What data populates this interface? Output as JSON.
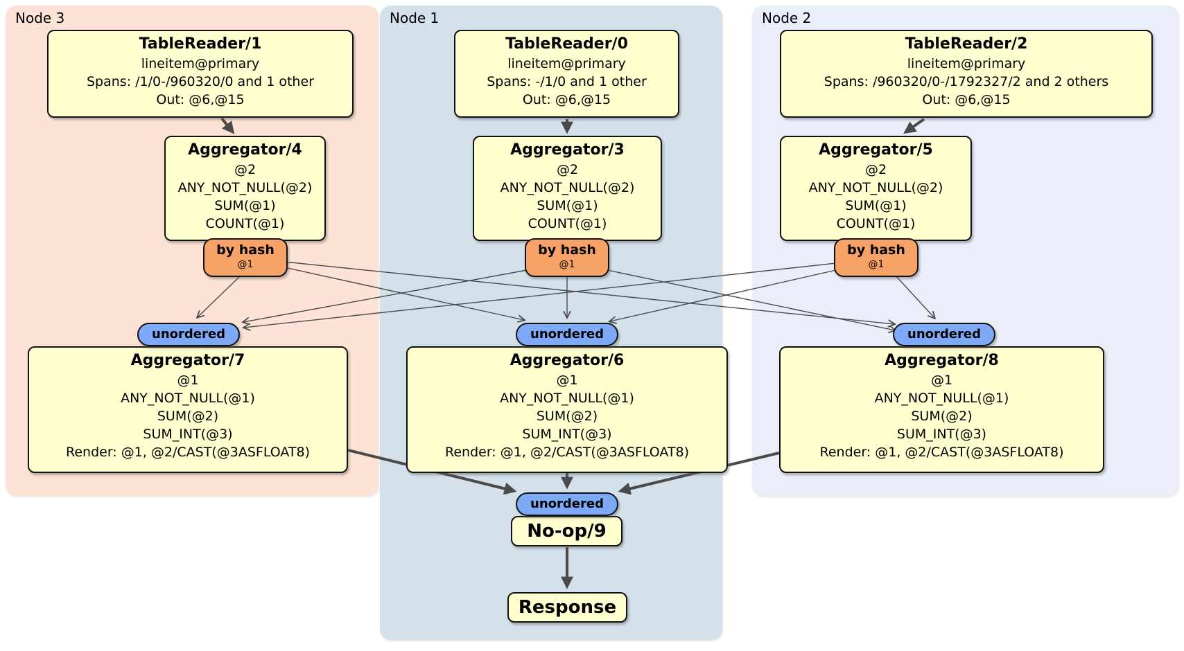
{
  "panels": {
    "node3": {
      "label": "Node 3"
    },
    "node1": {
      "label": "Node 1"
    },
    "node2": {
      "label": "Node 2"
    }
  },
  "processors": {
    "tablereader1": {
      "title": "TableReader/1",
      "lines": [
        "lineitem@primary",
        "Spans: /1/0-/960320/0 and 1 other",
        "Out: @6,@15"
      ]
    },
    "tablereader0": {
      "title": "TableReader/0",
      "lines": [
        "lineitem@primary",
        "Spans: -/1/0 and 1 other",
        "Out: @6,@15"
      ]
    },
    "tablereader2": {
      "title": "TableReader/2",
      "lines": [
        "lineitem@primary",
        "Spans: /960320/0-/1792327/2 and 2 others",
        "Out: @6,@15"
      ]
    },
    "aggregator4": {
      "title": "Aggregator/4",
      "lines": [
        "@2",
        "ANY_NOT_NULL(@2)",
        "SUM(@1)",
        "COUNT(@1)"
      ]
    },
    "aggregator3": {
      "title": "Aggregator/3",
      "lines": [
        "@2",
        "ANY_NOT_NULL(@2)",
        "SUM(@1)",
        "COUNT(@1)"
      ]
    },
    "aggregator5": {
      "title": "Aggregator/5",
      "lines": [
        "@2",
        "ANY_NOT_NULL(@2)",
        "SUM(@1)",
        "COUNT(@1)"
      ]
    },
    "aggregator7": {
      "title": "Aggregator/7",
      "lines": [
        "@1",
        "ANY_NOT_NULL(@1)",
        "SUM(@2)",
        "SUM_INT(@3)",
        "Render: @1, @2/CAST(@3ASFLOAT8)"
      ]
    },
    "aggregator6": {
      "title": "Aggregator/6",
      "lines": [
        "@1",
        "ANY_NOT_NULL(@1)",
        "SUM(@2)",
        "SUM_INT(@3)",
        "Render: @1, @2/CAST(@3ASFLOAT8)"
      ]
    },
    "aggregator8": {
      "title": "Aggregator/8",
      "lines": [
        "@1",
        "ANY_NOT_NULL(@1)",
        "SUM(@2)",
        "SUM_INT(@3)",
        "Render: @1, @2/CAST(@3ASFLOAT8)"
      ]
    },
    "noop9": {
      "title": "No-op/9"
    },
    "response": {
      "title": "Response"
    }
  },
  "routers": {
    "by_hash": {
      "label": "by hash",
      "tag": "@1"
    },
    "unordered": {
      "label": "unordered"
    }
  },
  "colors": {
    "node3_panel": "#fce3d5",
    "node1_panel": "#d4e0ea",
    "node2_panel": "#e9eef9",
    "processor_fill": "#ffffd0",
    "router_fill": "#f7a266",
    "sync_fill": "#7da9f7",
    "box_border": "#111111",
    "edge": "#4a4a4a"
  }
}
